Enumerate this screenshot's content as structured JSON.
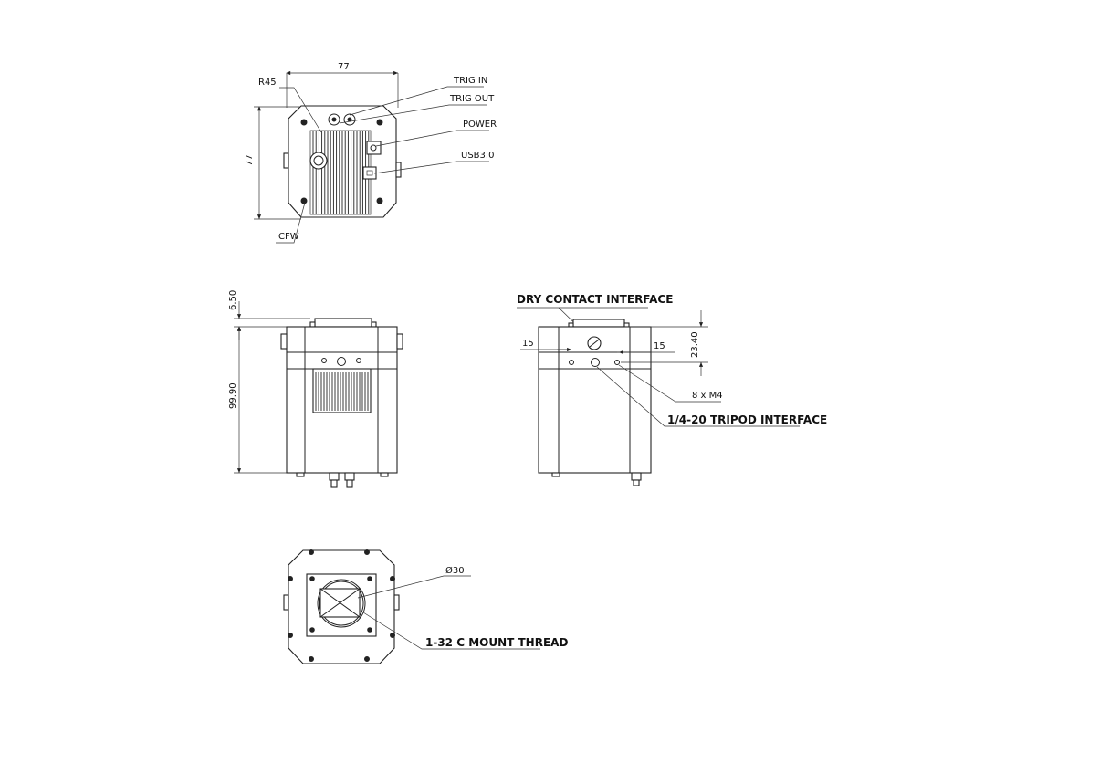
{
  "views": {
    "rear": {
      "width_dim": "77",
      "height_dim": "77",
      "labels": {
        "r45": "R45",
        "trig_in": "TRIG IN",
        "trig_out": "TRIG OUT",
        "power": "POWER",
        "usb": "USB3.0",
        "cfw": "CFW"
      }
    },
    "side": {
      "top_dim": "6.50",
      "height_dim": "99.90"
    },
    "top": {
      "dry_contact": "DRY CONTACT INTERFACE",
      "left_dim": "15",
      "right_dim": "15",
      "height_dim": "23.40",
      "m4": "8 x M4",
      "tripod": "1/4-20 TRIPOD INTERFACE"
    },
    "front": {
      "diameter": "Ø30",
      "mount": "1-32 C MOUNT THREAD"
    }
  }
}
